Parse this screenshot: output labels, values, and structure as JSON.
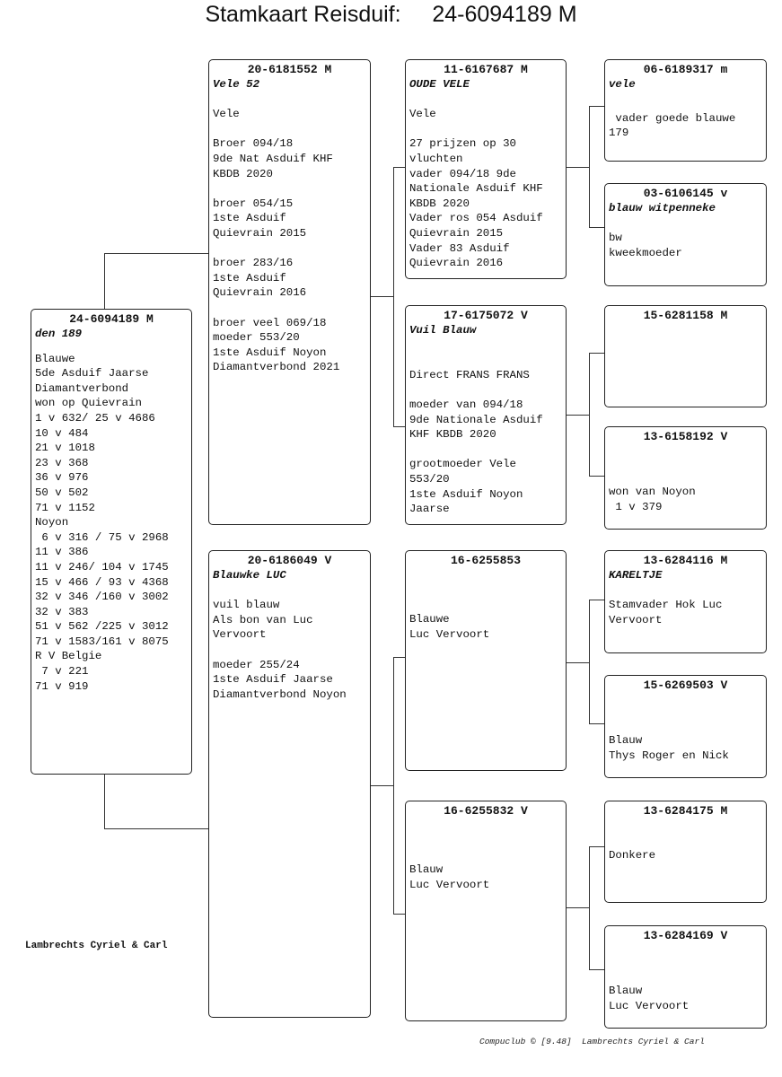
{
  "title": {
    "label": "Stamkaart Reisduif:",
    "ring": "24-6094189 M"
  },
  "birds": {
    "subject": {
      "ring": "24-6094189 M",
      "name": "den 189",
      "info": "Blauwe\n5de Asduif Jaarse\nDiamantverbond\nwon op Quievrain\n1 v 632/ 25 v 4686\n10 v 484\n21 v 1018\n23 v 368\n36 v 976\n50 v 502\n71 v 1152\nNoyon\n 6 v 316 / 75 v 2968\n11 v 386\n11 v 246/ 104 v 1745\n15 v 466 / 93 v 4368\n32 v 346 /160 v 3002\n32 v 383\n51 v 562 /225 v 3012\n71 v 1583/161 v 8075\nR V Belgie\n 7 v 221\n71 v 919"
    },
    "father": {
      "ring": "20-6181552 M",
      "name": "Vele 52",
      "info": "\nVele\n\nBroer 094/18\n9de Nat Asduif KHF\nKBDB 2020\n\nbroer 054/15\n1ste Asduif\nQuievrain 2015\n\nbroer 283/16\n1ste Asduif\nQuievrain 2016\n\nbroer veel 069/18\nmoeder 553/20\n1ste Asduif Noyon\nDiamantverbond 2021"
    },
    "mother": {
      "ring": "20-6186049 V",
      "name": "Blauwke LUC",
      "info": "\nvuil blauw\nAls bon van Luc\nVervoort\n\nmoeder 255/24\n1ste Asduif Jaarse\nDiamantverbond Noyon"
    },
    "ff": {
      "ring": "11-6167687 M",
      "name": "OUDE VELE",
      "info": "\nVele\n\n27 prijzen op 30\nvluchten\nvader 094/18 9de\nNationale Asduif KHF\nKBDB 2020\nVader ros 054 Asduif\nQuievrain 2015\nVader 83 Asduif\nQuievrain 2016"
    },
    "fm": {
      "ring": "17-6175072 V",
      "name": "Vuil Blauw",
      "info": "\n\nDirect FRANS FRANS\n\nmoeder van 094/18\n9de Nationale Asduif\nKHF KBDB 2020\n\ngrootmoeder Vele\n553/20\n1ste Asduif Noyon\nJaarse"
    },
    "mf": {
      "ring": "16-6255853",
      "name": "",
      "info": "\n\nBlauwe\nLuc Vervoort"
    },
    "mm": {
      "ring": "16-6255832 V",
      "name": "",
      "info": "\n\nBlauw\nLuc Vervoort"
    },
    "fff": {
      "ring": "06-6189317 m",
      "name": "vele",
      "info": "\n\n vader goede blauwe\n179"
    },
    "ffm": {
      "ring": "03-6106145 v",
      "name": "blauw witpenneke",
      "info": "\nbw\nkweekmoeder"
    },
    "fmf": {
      "ring": "15-6281158 M",
      "name": "",
      "info": ""
    },
    "fmm": {
      "ring": "13-6158192 V",
      "name": "",
      "info": "\n\nwon van Noyon\n 1 v 379"
    },
    "mff": {
      "ring": "13-6284116 M",
      "name": "KARELTJE",
      "info": "\nStamvader Hok Luc\nVervoort"
    },
    "mfm": {
      "ring": "15-6269503 V",
      "name": "",
      "info": "\n\nBlauw\nThys Roger en Nick"
    },
    "mmf": {
      "ring": "13-6284175 M",
      "name": "",
      "info": "\nDonkere"
    },
    "mmm": {
      "ring": "13-6284169 V",
      "name": "",
      "info": "\n\nBlauw\nLuc Vervoort"
    }
  },
  "owner": "Lambrechts Cyriel & Carl",
  "footer": "Compuclub © [9.48]  Lambrechts Cyriel & Carl"
}
